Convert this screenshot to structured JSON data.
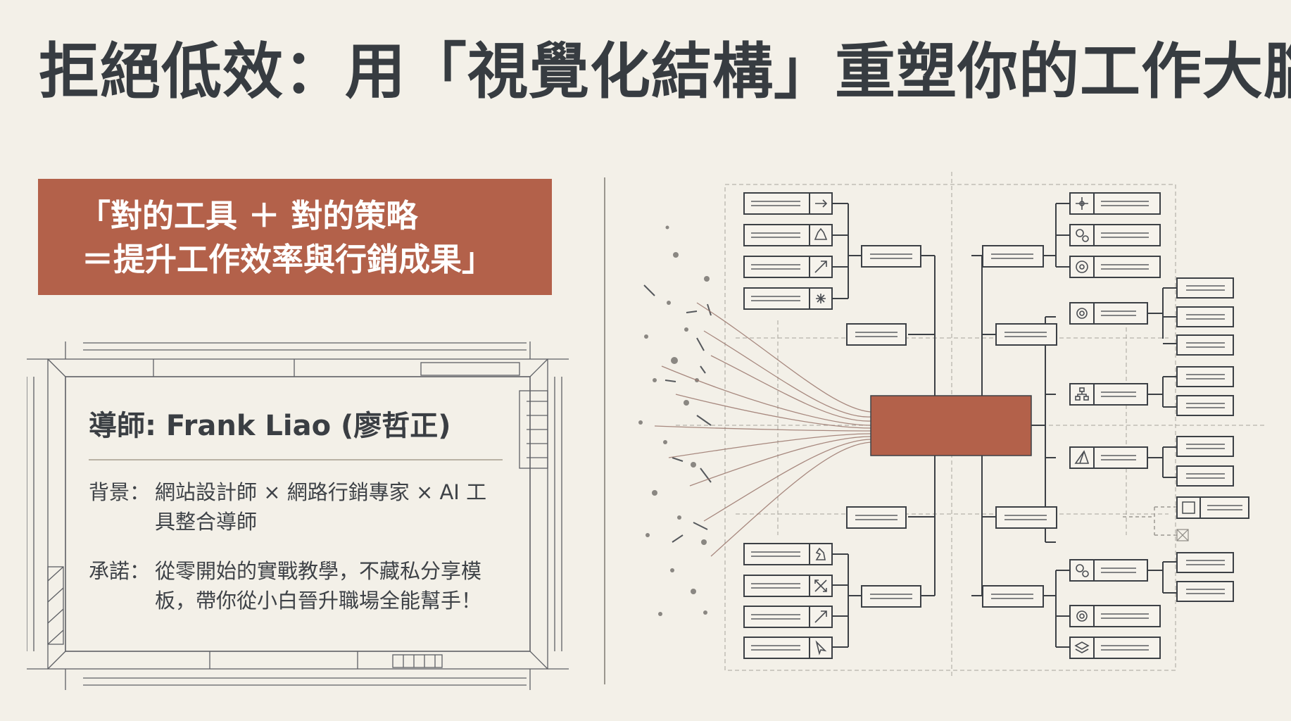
{
  "title": "拒絕低效：用「視覺化結構」重塑你的工作大腦",
  "quote": {
    "line1": "「對的工具 ＋ 對的策略",
    "line2": "＝提升工作效率與行銷成果」"
  },
  "instructor": {
    "name_line": "導師: Frank Liao (廖哲正)",
    "background_label": "背景：",
    "background_text": "網站設計師 × 網路行銷專家 × AI 工具整合導師",
    "promise_label": "承諾：",
    "promise_text": "從零開始的實戰教學，不藏私分享模板，帶你從小白晉升職場全能幫手！"
  },
  "colors": {
    "accent": "#b3614a",
    "ink": "#373c41",
    "background": "#f3f0e8",
    "line": "#3c4045"
  },
  "diagram": {
    "left_icons": [
      "arrow-right-icon",
      "ship-icon",
      "arrow-up-right-icon",
      "spark-icon",
      "knight-icon",
      "expand-icon",
      "arrow-up-right-icon",
      "pointer-icon"
    ],
    "right_icons": [
      "compass-icon",
      "gears-icon",
      "target-icon",
      "gear-icon",
      "org-chart-icon",
      "pyramid-icon",
      "gears-icon",
      "gear-icon",
      "layers-icon"
    ]
  }
}
